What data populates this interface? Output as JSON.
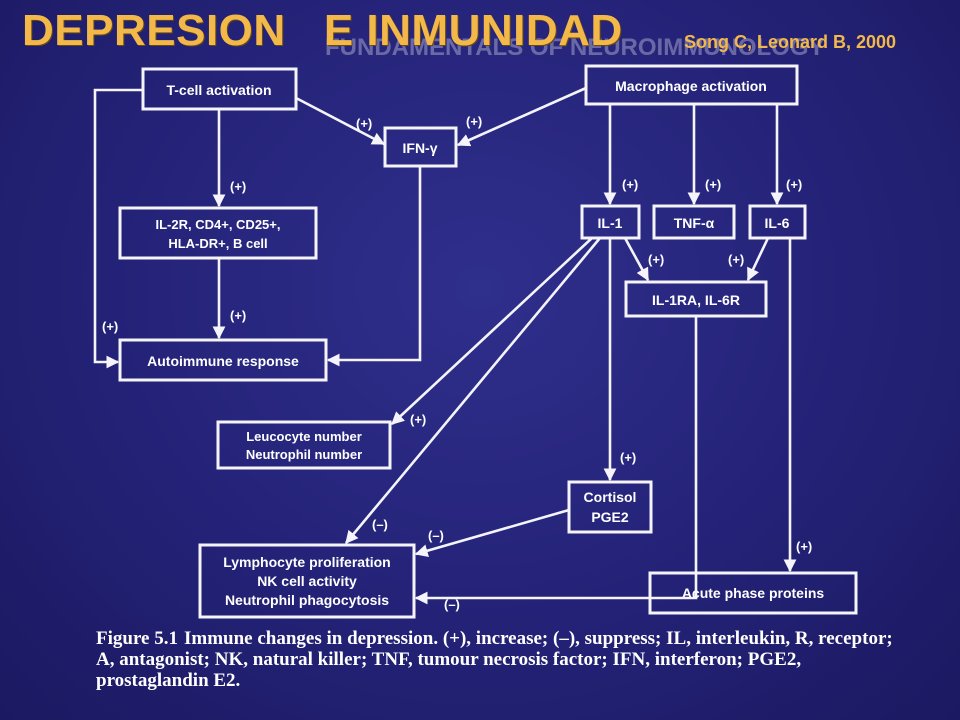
{
  "slide": {
    "title": "DEPRESION   E INMUNIDAD",
    "background_text": "FUNDAMENTALS OF NEUROIMMUNOLOGY",
    "citation": "Song C, Leonard B, 2000"
  },
  "colors": {
    "background": "#242277",
    "title": "#f2b84a",
    "diagram_lines": "#f4f4fa"
  },
  "diagram": {
    "nodes": {
      "t_cell": "T-cell activation",
      "macrophage": "Macrophage activation",
      "ifn": "IFN-γ",
      "il2r_line1": "IL-2R, CD4+, CD25+,",
      "il2r_line2": "HLA-DR+, B cell",
      "il1": "IL-1",
      "tnf": "TNF-α",
      "il6": "IL-6",
      "il1ra": "IL-1RA, IL-6R",
      "autoimmune": "Autoimmune response",
      "leucocyte_line1": "Leucocyte number",
      "leucocyte_line2": "Neutrophil number",
      "cortisol_line1": "Cortisol",
      "cortisol_line2": "PGE2",
      "lympho_line1": "Lymphocyte proliferation",
      "lympho_line2": "NK cell activity",
      "lympho_line3": "Neutrophil phagocytosis",
      "acute": "Acute phase proteins"
    },
    "signs": {
      "increase": "(+)",
      "suppress": "(–)"
    }
  },
  "caption": {
    "figure": "Figure 5.1",
    "text": "Immune changes in depression. (+), increase; (–), suppress; IL, interleukin, R, receptor; A, antagonist; NK, natural killer; TNF, tumour necrosis factor; IFN, interferon; PGE2, prostaglandin E2."
  }
}
